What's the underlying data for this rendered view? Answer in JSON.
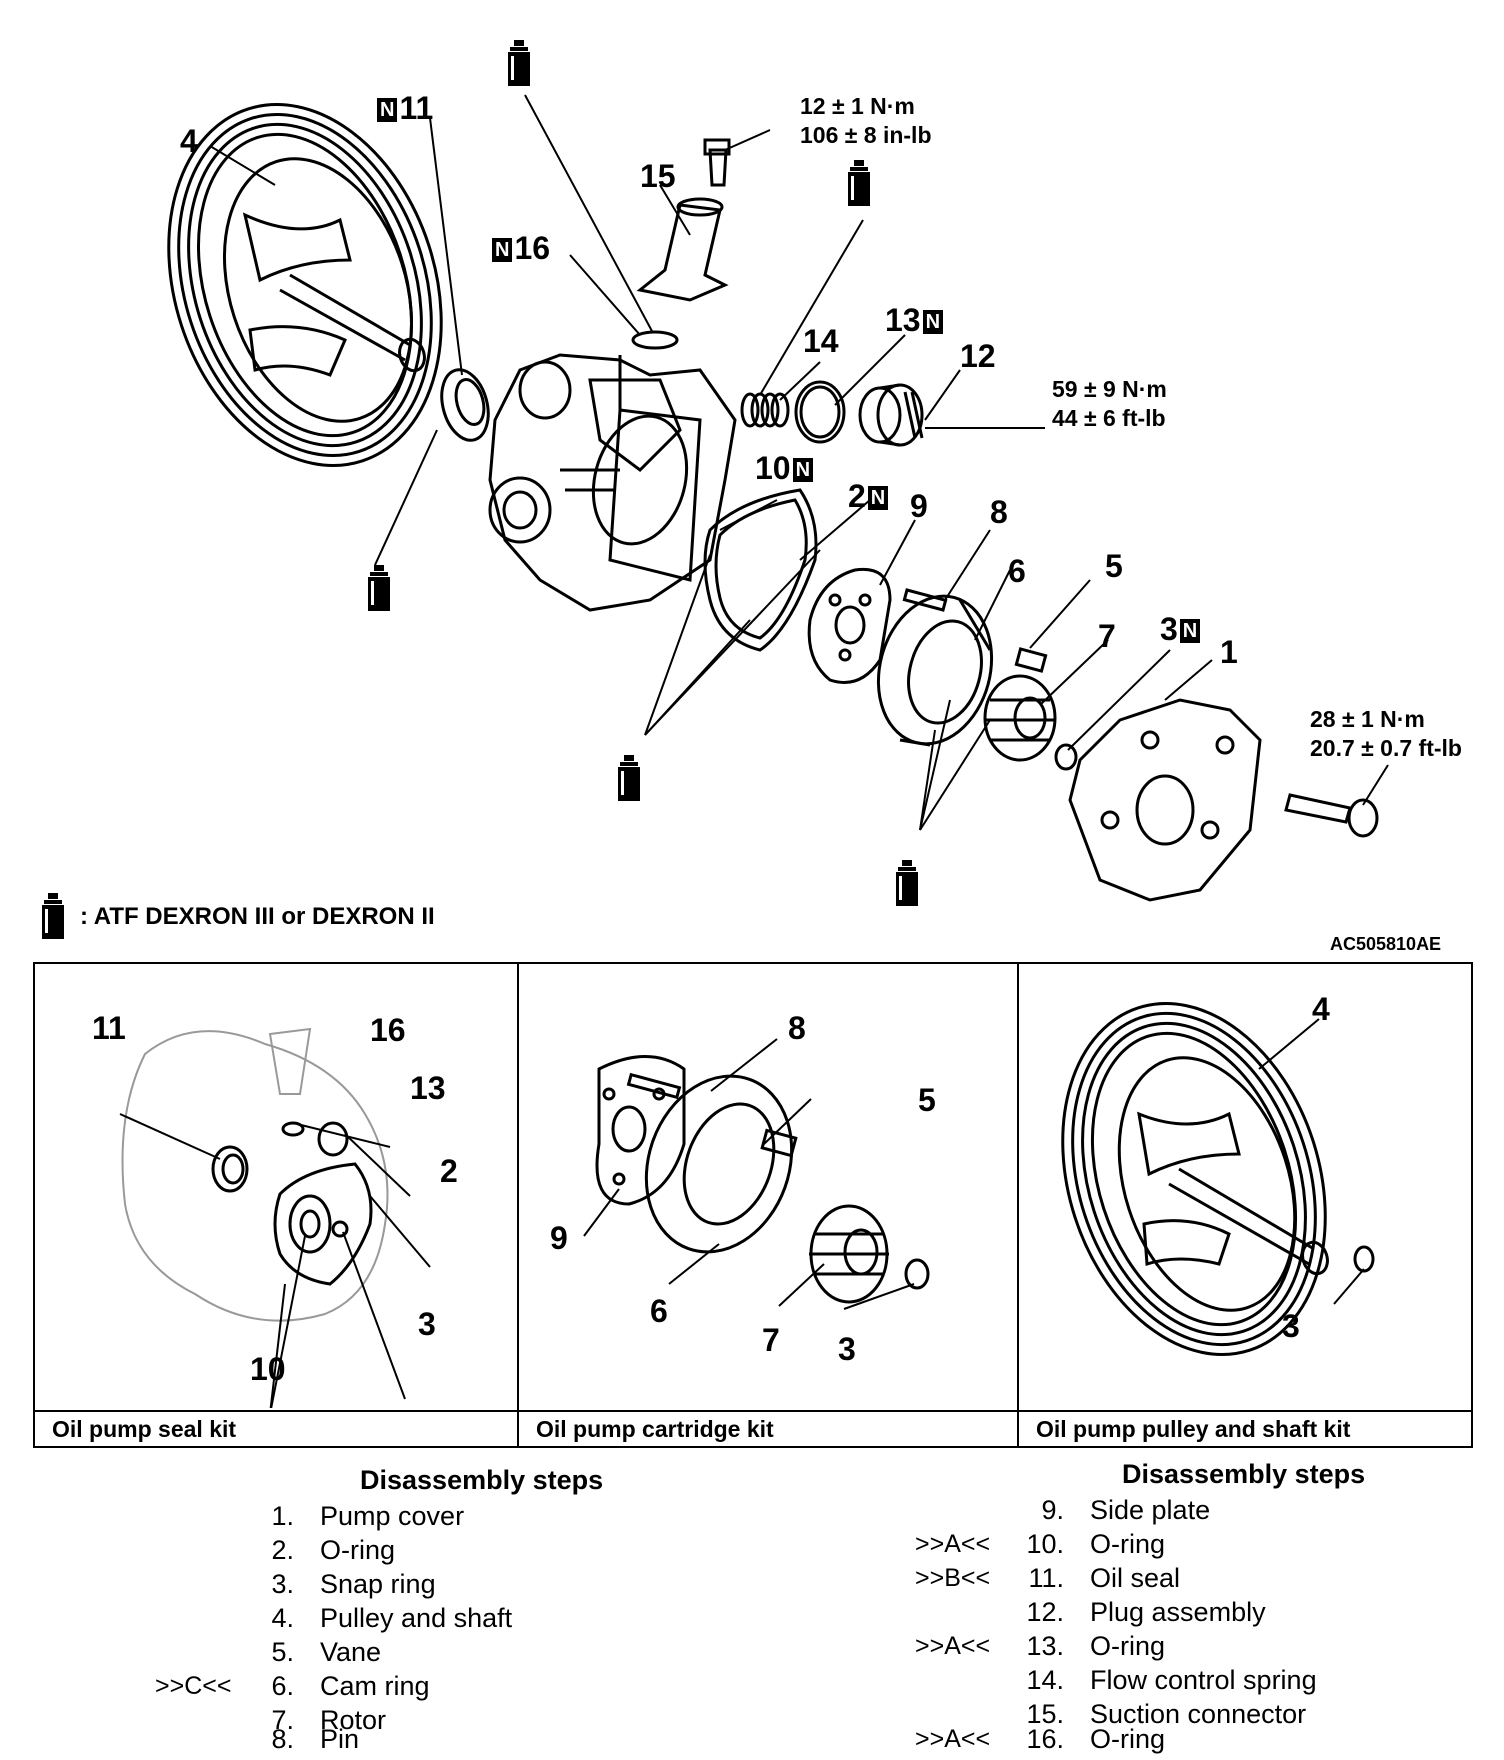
{
  "callouts": {
    "c1": "1",
    "c2": "2",
    "c3": "3",
    "c4": "4",
    "c5": "5",
    "c6": "6",
    "c7": "7",
    "c8": "8",
    "c9": "9",
    "c10": "10",
    "c11": "11",
    "c12": "12",
    "c13": "13",
    "c14": "14",
    "c15": "15",
    "c16": "16"
  },
  "new_part_badge": "N",
  "torque": {
    "bolt_15_nm": "12 ± 1 N·m",
    "bolt_15_inlb": "106 ± 8 in-lb",
    "plug_12_nm": "59 ± 9 N·m",
    "plug_12_ftlb": "44 ± 6 ft-lb",
    "cover_1_nm": "28 ± 1 N·m",
    "cover_1_ftlb": "20.7 ± 0.7 ft-lb"
  },
  "legend_text": ": ATF DEXRON III  or DEXRON II",
  "figure_code": "AC505810AE",
  "kits": [
    {
      "title": "Oil pump seal kit",
      "labels": [
        "11",
        "16",
        "13",
        "2",
        "3",
        "10"
      ]
    },
    {
      "title": "Oil pump cartridge kit",
      "labels": [
        "8",
        "5",
        "9",
        "6",
        "7",
        "3"
      ]
    },
    {
      "title": "Oil pump pulley and shaft kit",
      "labels": [
        "4",
        "3"
      ]
    }
  ],
  "steps_left": {
    "heading": "Disassembly steps",
    "items": [
      {
        "ref": "",
        "num": "1.",
        "text": "Pump cover"
      },
      {
        "ref": "",
        "num": "2.",
        "text": "O-ring"
      },
      {
        "ref": "",
        "num": "3.",
        "text": "Snap ring"
      },
      {
        "ref": "",
        "num": "4.",
        "text": "Pulley and shaft"
      },
      {
        "ref": "",
        "num": "5.",
        "text": "Vane"
      },
      {
        "ref": ">>C<<",
        "num": "6.",
        "text": "Cam ring"
      },
      {
        "ref": "",
        "num": "7.",
        "text": "Rotor"
      },
      {
        "ref": "",
        "num": "8.",
        "text": "Pin"
      }
    ]
  },
  "steps_right": {
    "heading": "Disassembly steps",
    "items": [
      {
        "ref": "",
        "num": "9.",
        "text": "Side plate"
      },
      {
        "ref": ">>A<<",
        "num": "10.",
        "text": "O-ring"
      },
      {
        "ref": ">>B<<",
        "num": "11.",
        "text": "Oil seal"
      },
      {
        "ref": "",
        "num": "12.",
        "text": "Plug assembly"
      },
      {
        "ref": ">>A<<",
        "num": "13.",
        "text": "O-ring"
      },
      {
        "ref": "",
        "num": "14.",
        "text": "Flow control spring"
      },
      {
        "ref": "",
        "num": "15.",
        "text": "Suction connector"
      },
      {
        "ref": ">>A<<",
        "num": "16.",
        "text": "O-ring"
      }
    ]
  }
}
